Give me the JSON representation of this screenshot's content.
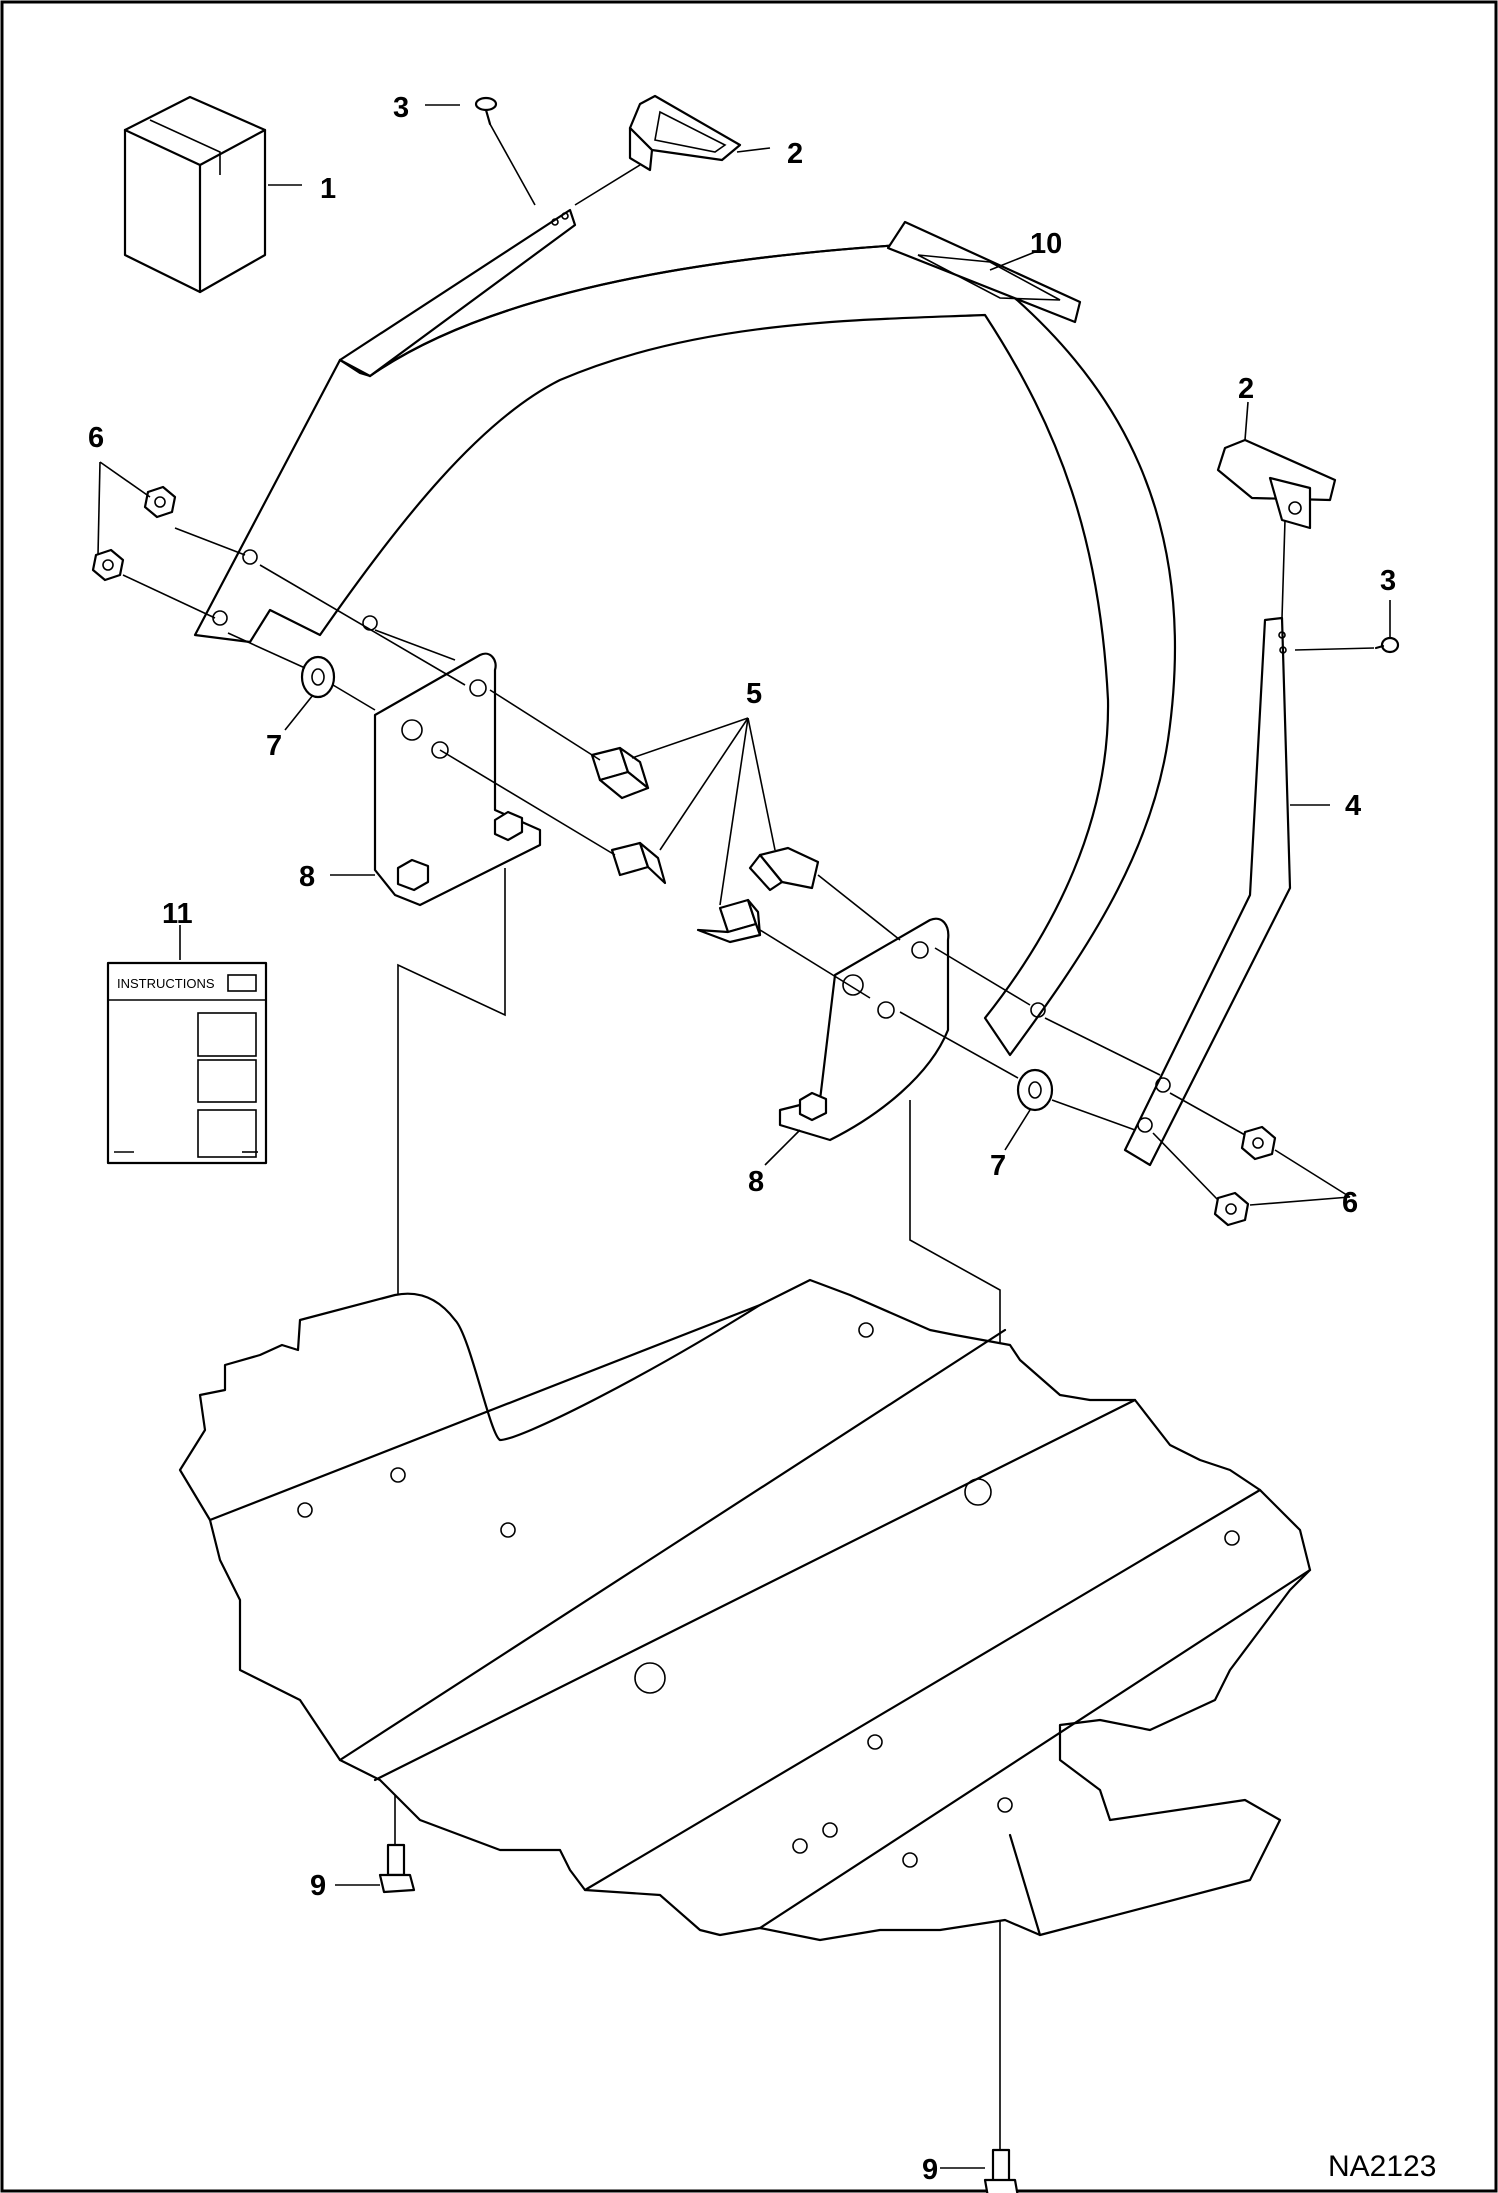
{
  "drawing_number": "NA2123",
  "instruction_sheet_label": "INSTRUCTIONS",
  "callouts": {
    "c1": "1",
    "c2a": "2",
    "c2b": "2",
    "c3a": "3",
    "c3b": "3",
    "c4": "4",
    "c5": "5",
    "c6a": "6",
    "c6b": "6",
    "c7a": "7",
    "c7b": "7",
    "c8a": "8",
    "c8b": "8",
    "c9a": "9",
    "c9b": "9",
    "c10": "10",
    "c11": "11"
  }
}
